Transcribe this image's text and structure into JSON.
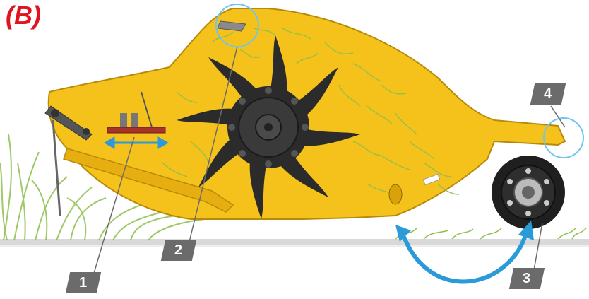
{
  "panel_label": "(B)",
  "callouts": [
    {
      "id": "1",
      "text": "1"
    },
    {
      "id": "2",
      "text": "2"
    },
    {
      "id": "3",
      "text": "3"
    },
    {
      "id": "4",
      "text": "4"
    }
  ],
  "colors": {
    "panel_label": "#e0141e",
    "housing": "#f5c21b",
    "housing_outline": "#b88a0a",
    "rotor": "#2b2b2b",
    "grass": "#8fbf4f",
    "arrow": "#2a9ad8",
    "callout_box": "#6b6b6b",
    "ground": "#d9d9d9"
  }
}
